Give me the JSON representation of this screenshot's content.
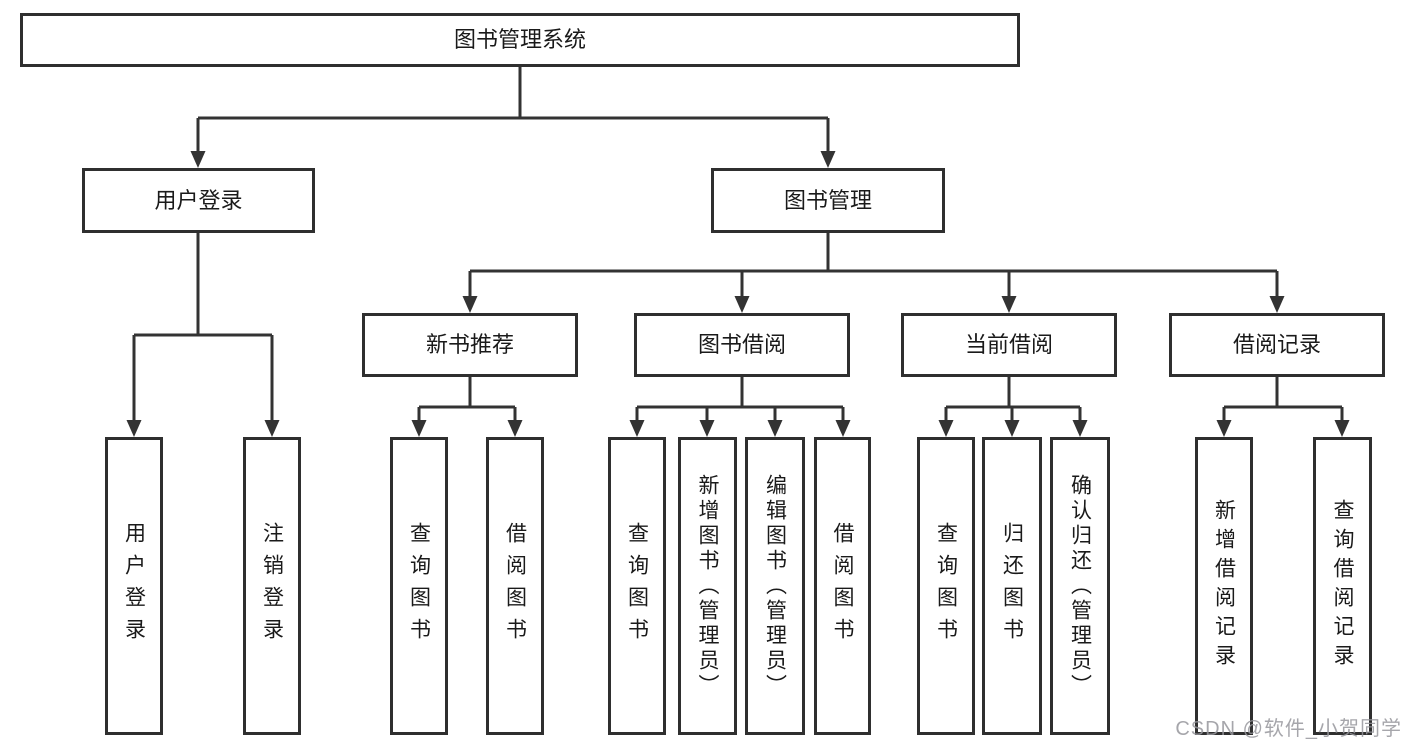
{
  "diagram": {
    "root": {
      "label": "图书管理系统"
    },
    "branches": [
      {
        "label": "用户登录",
        "children": [
          {
            "label": "用户登录"
          },
          {
            "label": "注销登录"
          }
        ]
      },
      {
        "label": "图书管理",
        "children": [
          {
            "label": "新书推荐",
            "children": [
              {
                "label": "查询图书"
              },
              {
                "label": "借阅图书"
              }
            ]
          },
          {
            "label": "图书借阅",
            "children": [
              {
                "label": "查询图书"
              },
              {
                "label": "新增图书（管理员）"
              },
              {
                "label": "编辑图书（管理员）"
              },
              {
                "label": "借阅图书"
              }
            ]
          },
          {
            "label": "当前借阅",
            "children": [
              {
                "label": "查询图书"
              },
              {
                "label": "归还图书"
              },
              {
                "label": "确认归还（管理员）"
              }
            ]
          },
          {
            "label": "借阅记录",
            "children": [
              {
                "label": "新增借阅记录"
              },
              {
                "label": "查询借阅记录"
              }
            ]
          }
        ]
      }
    ]
  },
  "watermark": {
    "text": "CSDN @软件_小贺同学"
  },
  "colors": {
    "line": "#333333",
    "box_border": "#2f2f2f",
    "text": "#1a1a1a",
    "watermark": "#96969c",
    "background": "#ffffff"
  }
}
